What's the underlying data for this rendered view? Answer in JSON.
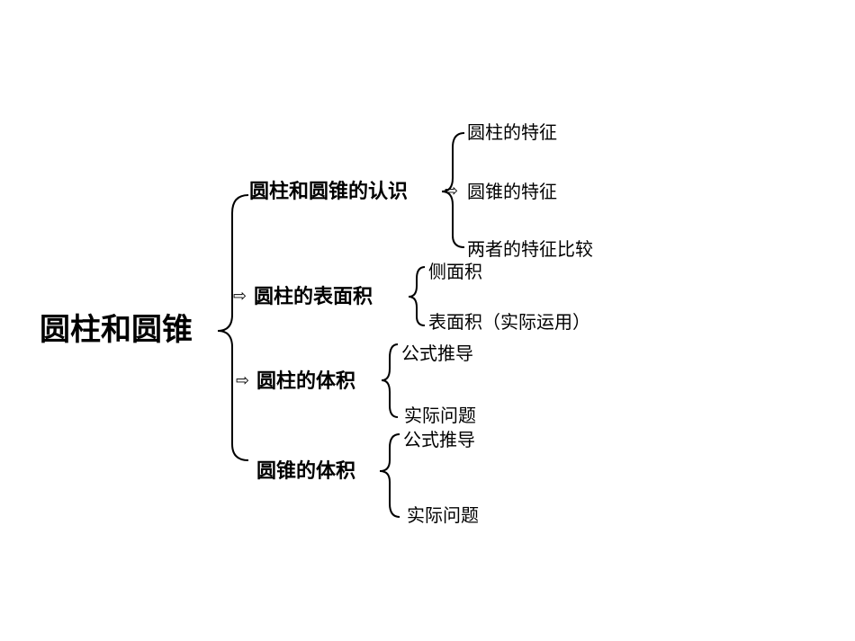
{
  "root": "圆柱和圆锥",
  "arrow_glyph": "⇨",
  "branches": [
    {
      "label": "圆柱和圆锥的认识",
      "children": [
        "圆柱的特征",
        "圆锥的特征",
        "两者的特征比较"
      ]
    },
    {
      "label": "圆柱的表面积",
      "children": [
        "侧面积",
        "表面积（实际运用）"
      ]
    },
    {
      "label": "圆柱的体积",
      "children": [
        "公式推导",
        "实际问题"
      ]
    },
    {
      "label": "圆锥的体积",
      "children": [
        "公式推导",
        "实际问题"
      ]
    }
  ]
}
